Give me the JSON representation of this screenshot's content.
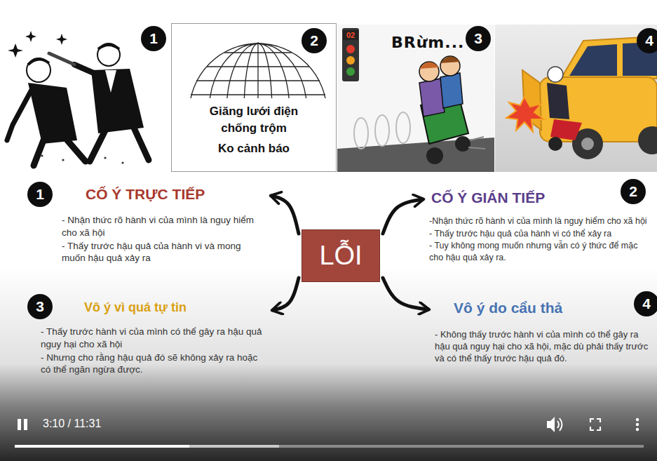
{
  "diagram": {
    "nodes": [
      {
        "text": [
          "Giăng lưới điện chống trộm",
          "Ko cảnh báo"
        ]
      },
      {
        "text": [
          "CỐ Ý TRỰC TIẾP",
          "- Nhận thức rõ hành vi của mình là nguy hiểm cho xã hội",
          "- Thấy trước hậu quả của hành vi và mong muốn hậu quả xảy ra"
        ]
      },
      {
        "text": [
          "CỐ Ý GIÁN TIẾP",
          "-Nhận thức rõ hành vi của mình là nguy hiểm cho xã hội",
          "- Thấy trước hậu quả của hành vi có thể xảy ra",
          "- Tuy không mong muốn nhưng vẫn có ý thức để mặc cho hậu quả xảy ra."
        ]
      },
      {
        "text": [
          "LỖI"
        ]
      },
      {
        "text": [
          "Vô ý vì quá tự tin",
          "- Thấy trước hành vi của mình có thể gây ra hậu quả nguy hại cho xã hội",
          "- Nhưng cho rằng hậu quả đó sẽ không xảy ra hoặc có thể ngăn ngừa được."
        ]
      },
      {
        "text": [
          "Vô ý do cẩu thả",
          "- Không thấy trước hành vi của mình có thể gây ra hậu quả nguy hại cho xã hội, mặc dù phải thấy trước và có thể thấy trước hậu quả đó."
        ]
      }
    ],
    "edges": [
      {
        "from": 3,
        "to": 1,
        "arrow": "to"
      },
      {
        "from": 3,
        "to": 2,
        "arrow": "to"
      },
      {
        "from": 3,
        "to": 4,
        "arrow": "to"
      },
      {
        "from": 3,
        "to": 5,
        "arrow": "to"
      }
    ],
    "labels": [
      "1",
      "2",
      "02",
      "BRừm...",
      "3",
      "4",
      "1",
      "2",
      "3",
      "4",
      "3:10 / 11:31"
    ]
  }
}
